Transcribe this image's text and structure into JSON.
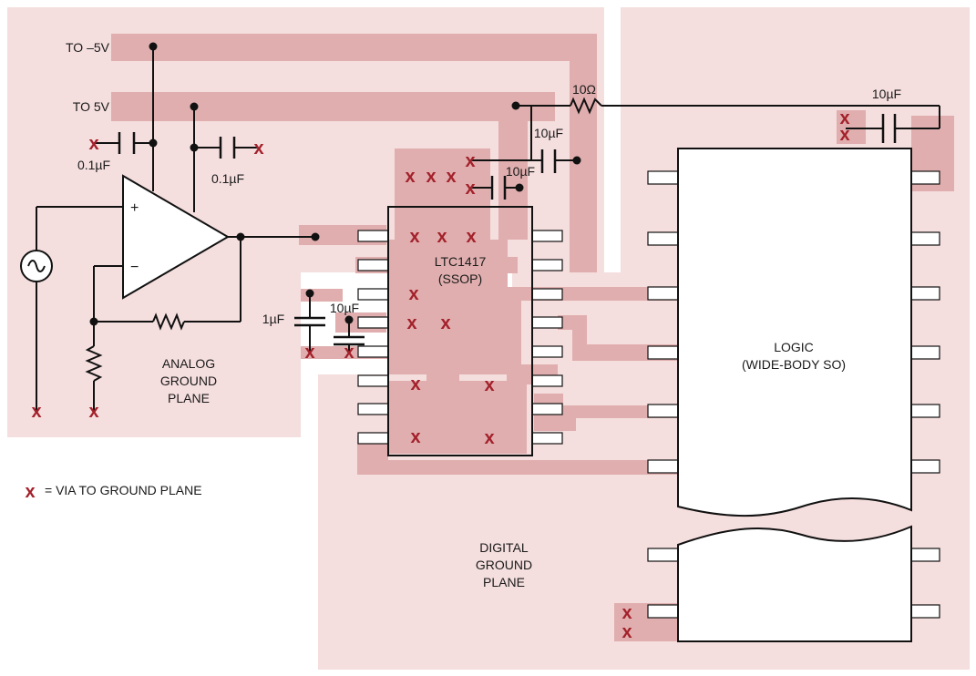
{
  "labels": {
    "to_neg5v": "TO –5V",
    "to_5v": "TO 5V",
    "cap_left": "0.1µF",
    "cap_right": "0.1µF",
    "resistor_10ohm": "10Ω",
    "cap_logic_10uf": "10µF",
    "cap_upper_10uf": "10µF",
    "cap_lower_10uf": "10µF",
    "cap_ref_1uf": "1µF",
    "cap_ref_10uf": "10µF",
    "opamp_plus": "+",
    "opamp_minus": "−",
    "chip_name": "LTC1417",
    "chip_package": "(SSOP)",
    "logic_line1": "LOGIC",
    "logic_line2": "(WIDE-BODY SO)",
    "analog_line1": "ANALOG",
    "analog_line2": "GROUND",
    "analog_line3": "PLANE",
    "digital_line1": "DIGITAL",
    "digital_line2": "GROUND",
    "digital_line3": "PLANE",
    "legend_text": "= VIA TO GROUND PLANE",
    "via_symbol": "x"
  },
  "colors": {
    "plane_fill": "#f5dede",
    "trace_fill": "#e0aeae",
    "via_red": "#a3212b",
    "wire": "#111111"
  }
}
